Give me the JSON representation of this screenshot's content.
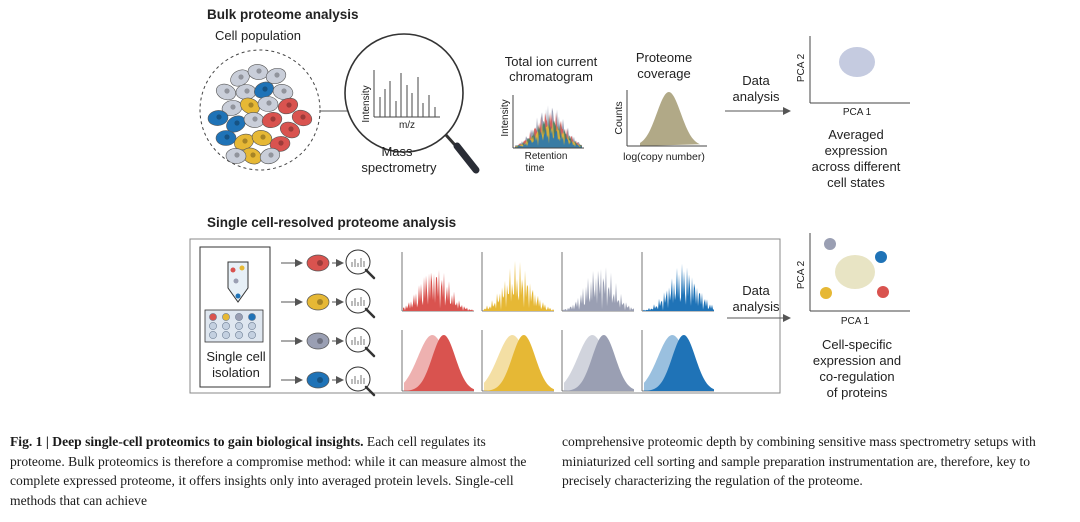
{
  "bulk": {
    "title": "Bulk proteome analysis",
    "cell_population": "Cell population",
    "ms_ylabel": "Intensity",
    "ms_xlabel": "m/z",
    "mass_spec_line1": "Mass",
    "mass_spec_line2": "spectrometry",
    "tic_title_line1": "Total ion current",
    "tic_title_line2": "chromatogram",
    "tic_ylabel": "Intensity",
    "tic_xlabel_line1": "Retention",
    "tic_xlabel_line2": "time",
    "coverage_title_line1": "Proteome",
    "coverage_title_line2": "coverage",
    "coverage_ylabel": "Counts",
    "coverage_xlabel": "log(copy number)",
    "data_analysis_line1": "Data",
    "data_analysis_line2": "analysis",
    "pca_y": "PCA 2",
    "pca_x": "PCA 1",
    "result_lines": [
      "Averaged",
      "expression",
      "across different",
      "cell states"
    ]
  },
  "single": {
    "title": "Single cell-resolved proteome analysis",
    "isolation_line1": "Single cell",
    "isolation_line2": "isolation",
    "data_analysis_line1": "Data",
    "data_analysis_line2": "analysis",
    "pca_y": "PCA 2",
    "pca_x": "PCA 1",
    "result_lines": [
      "Cell-specific",
      "expression and",
      "co-regulation",
      "of proteins"
    ]
  },
  "colors": {
    "red": "#d9534f",
    "yellow": "#e6b835",
    "grey": "#9a9fb3",
    "blue": "#1f73b7",
    "bulk_cluster": "#c5cbe0",
    "coverage": "#a8a07a"
  },
  "caption": {
    "fig_label": "Fig. 1 | Deep single-cell proteomics to gain biological insights.",
    "left_text": " Each cell regulates its proteome. Bulk proteomics is therefore a compromise method: while it can measure almost the complete expressed proteome, it offers insights only into averaged protein levels. Single-cell methods that can achieve",
    "right_text": "comprehensive proteomic depth by combining sensitive mass spectrometry setups with miniaturized cell sorting and sample preparation instrumentation are, therefore, key to precisely characterizing the regulation of the proteome."
  }
}
